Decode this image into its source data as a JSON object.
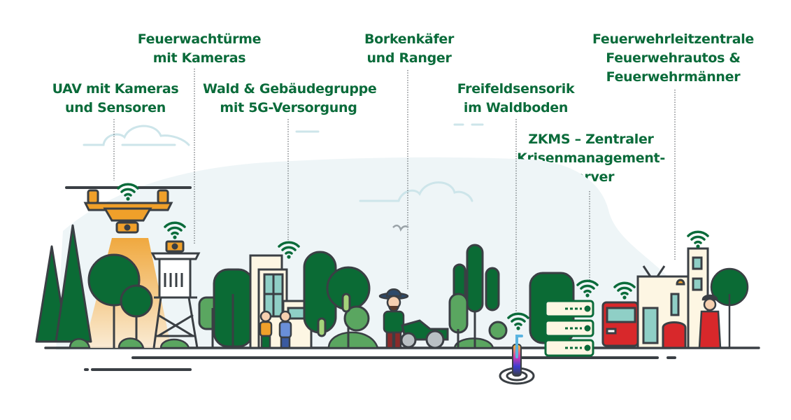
{
  "labels": {
    "uav": {
      "line1": "UAV mit Kameras",
      "line2": "und Sensoren"
    },
    "towers": {
      "line1": "Feuerwachtürme",
      "line2": "mit Kameras"
    },
    "forest": {
      "line1": "Wald & Gebäudegruppe",
      "line2": "mit 5G-Versorgung"
    },
    "ranger": {
      "line1": "Borkenkäfer",
      "line2": "und Ranger"
    },
    "sensor": {
      "line1": "Freifeldsensorik",
      "line2": "im Waldboden"
    },
    "zkms": {
      "line1": "ZKMS – Zentraler",
      "line2": "Krisenmanagement-",
      "line3": "server"
    },
    "fire": {
      "line1": "Feuerwehrleitzentrale",
      "line2": "Feuerwehrautos &",
      "line3": "Feuerwehrmänner"
    }
  },
  "colors": {
    "label_green": "#0a6b3a",
    "tree_dark": "#0b6b35",
    "tree_light": "#5aa660",
    "outline": "#3a3f44",
    "drone_orange": "#f0a02a",
    "fire_red": "#d8282b",
    "sky": "#eef5f7"
  },
  "icons": [
    "wifi-icon",
    "drone-icon",
    "watchtower-icon",
    "building-icon",
    "ranger-icon",
    "quad-bike-icon",
    "soil-sensor-icon",
    "server-icon",
    "fire-truck-icon",
    "fire-station-icon",
    "firefighter-icon"
  ]
}
